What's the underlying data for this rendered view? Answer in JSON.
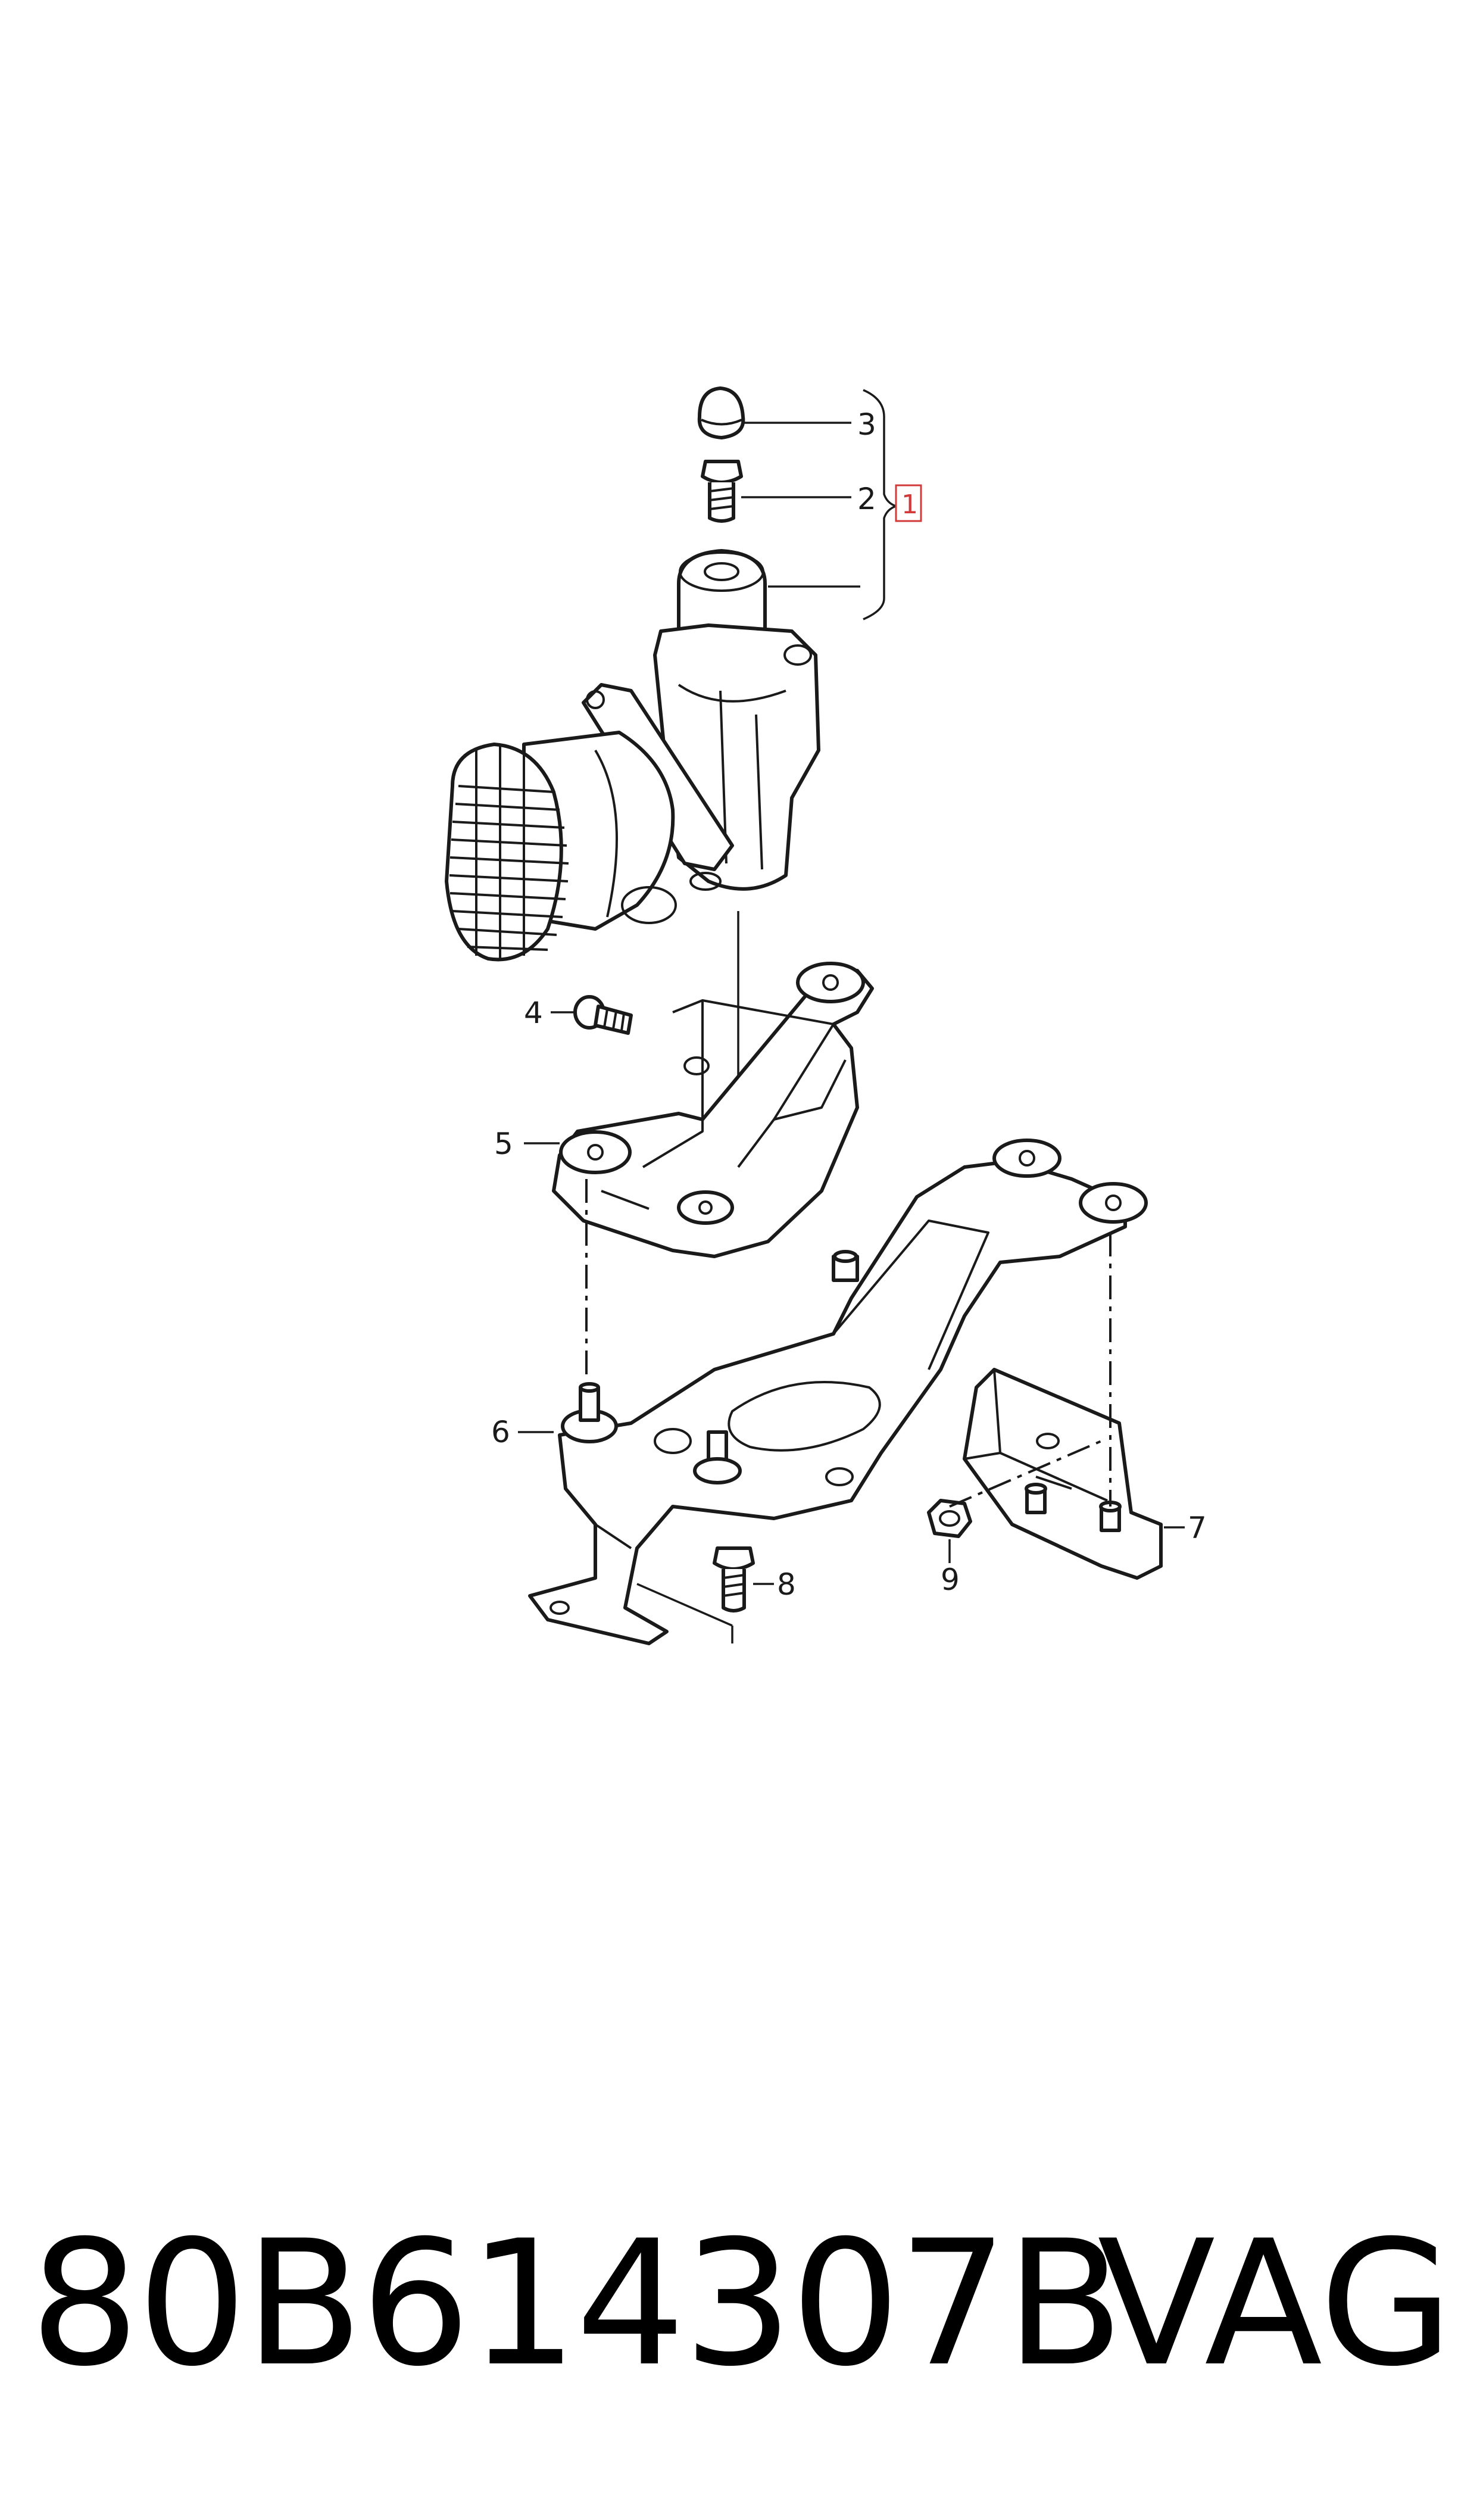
{
  "diagram": {
    "callouts": [
      {
        "id": "c1",
        "label": "1",
        "boxed": true
      },
      {
        "id": "c2",
        "label": "2"
      },
      {
        "id": "c3",
        "label": "3"
      },
      {
        "id": "c4",
        "label": "4"
      },
      {
        "id": "c5",
        "label": "5"
      },
      {
        "id": "c6",
        "label": "6"
      },
      {
        "id": "c7",
        "label": "7"
      },
      {
        "id": "c8",
        "label": "8"
      },
      {
        "id": "c9",
        "label": "9"
      }
    ],
    "colors": {
      "line": "#1a1a1a",
      "highlight_box": "#d23a3a",
      "background": "#ffffff"
    }
  },
  "footer": {
    "part_number": "80B614307B",
    "brand": "VAG"
  }
}
